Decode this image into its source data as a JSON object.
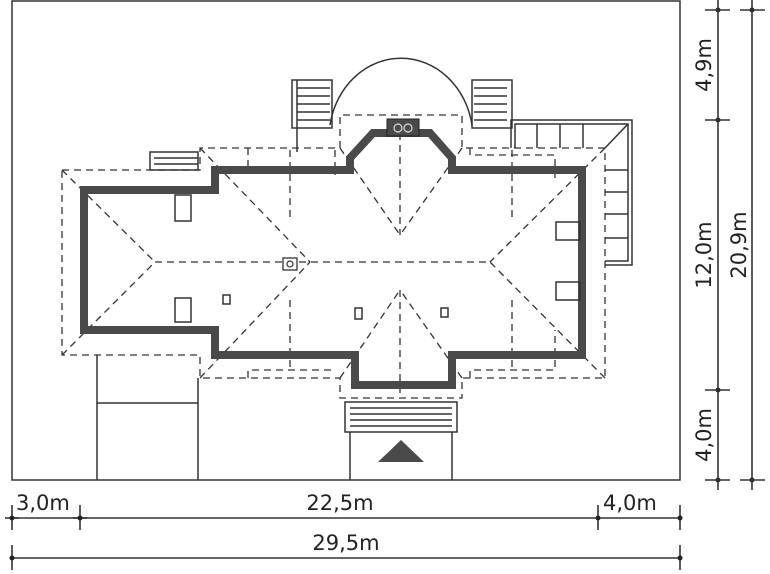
{
  "plan": {
    "title_hidden": null,
    "wall_color": "#4a4a4a",
    "line_color": "#333333"
  },
  "dimensions": {
    "bottom": {
      "left": "3,0m",
      "middle": "22,5m",
      "right": "4,0m",
      "total": "29,5m"
    },
    "right": {
      "top": "4,9m",
      "middle": "12,0m",
      "bottom": "4,0m",
      "total": "20,9m"
    }
  }
}
